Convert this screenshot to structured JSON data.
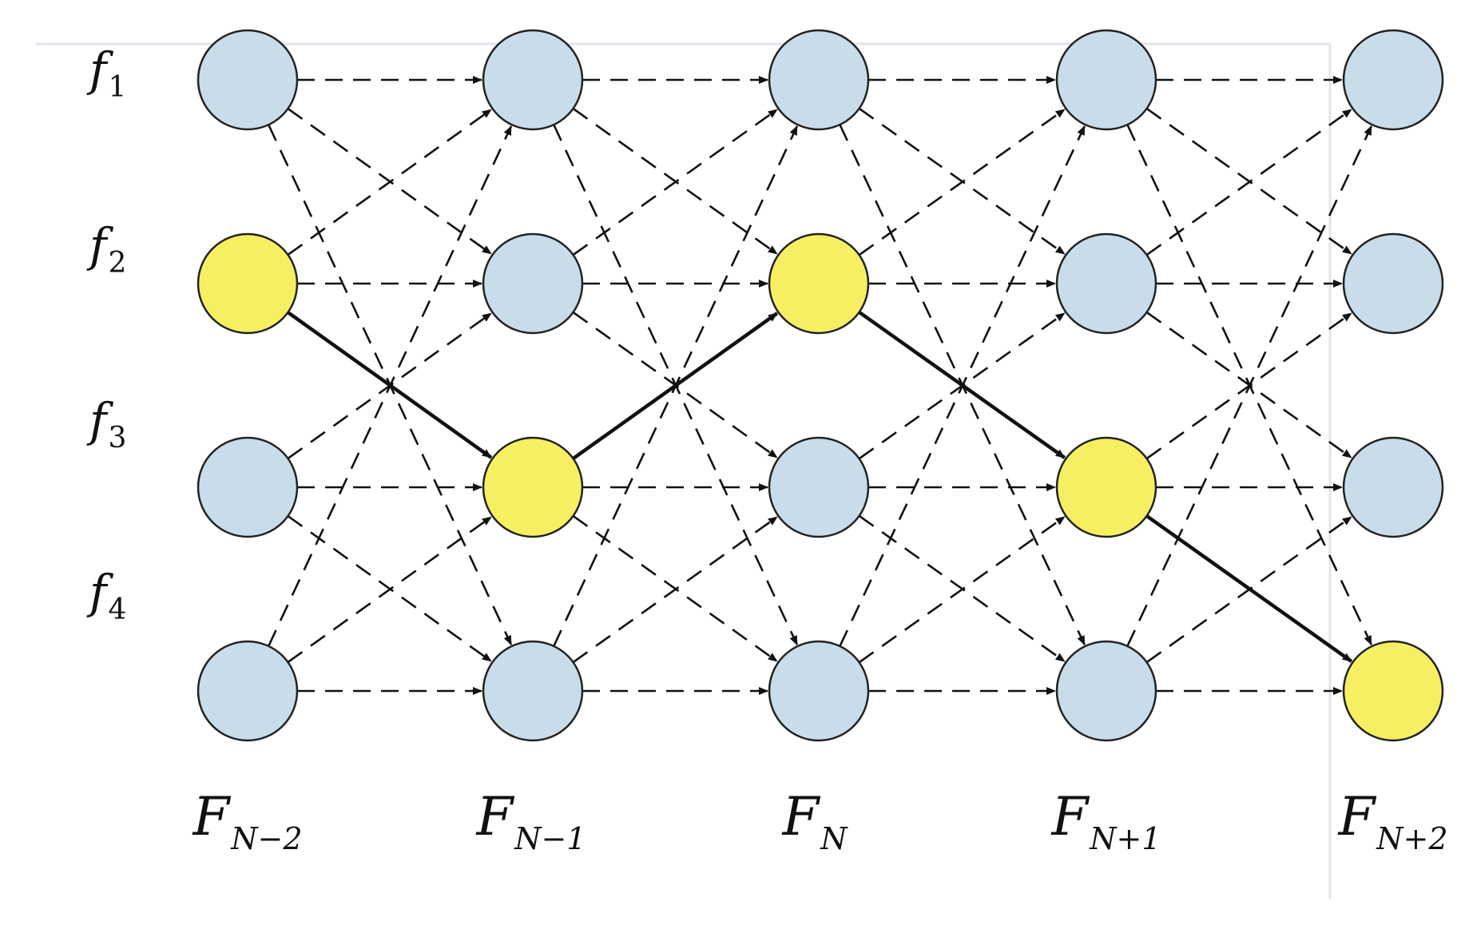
{
  "diagram": {
    "rows": [
      {
        "symbol": "f",
        "sub": "1"
      },
      {
        "symbol": "f",
        "sub": "2"
      },
      {
        "symbol": "f",
        "sub": "3"
      },
      {
        "symbol": "f",
        "sub": "4"
      }
    ],
    "columns": [
      {
        "symbol": "F",
        "sub": "N−2"
      },
      {
        "symbol": "F",
        "sub": "N−1"
      },
      {
        "symbol": "F",
        "sub": "N"
      },
      {
        "symbol": "F",
        "sub": "N+1"
      },
      {
        "symbol": "F",
        "sub": "N+2"
      }
    ],
    "highlighted_path": [
      2,
      3,
      2,
      3,
      4
    ],
    "colors": {
      "node_default": "#c8dcea",
      "node_highlight": "#f6ef62",
      "node_stroke": "#222222",
      "edge": "#111111",
      "frame": "#e6e2ee"
    }
  }
}
